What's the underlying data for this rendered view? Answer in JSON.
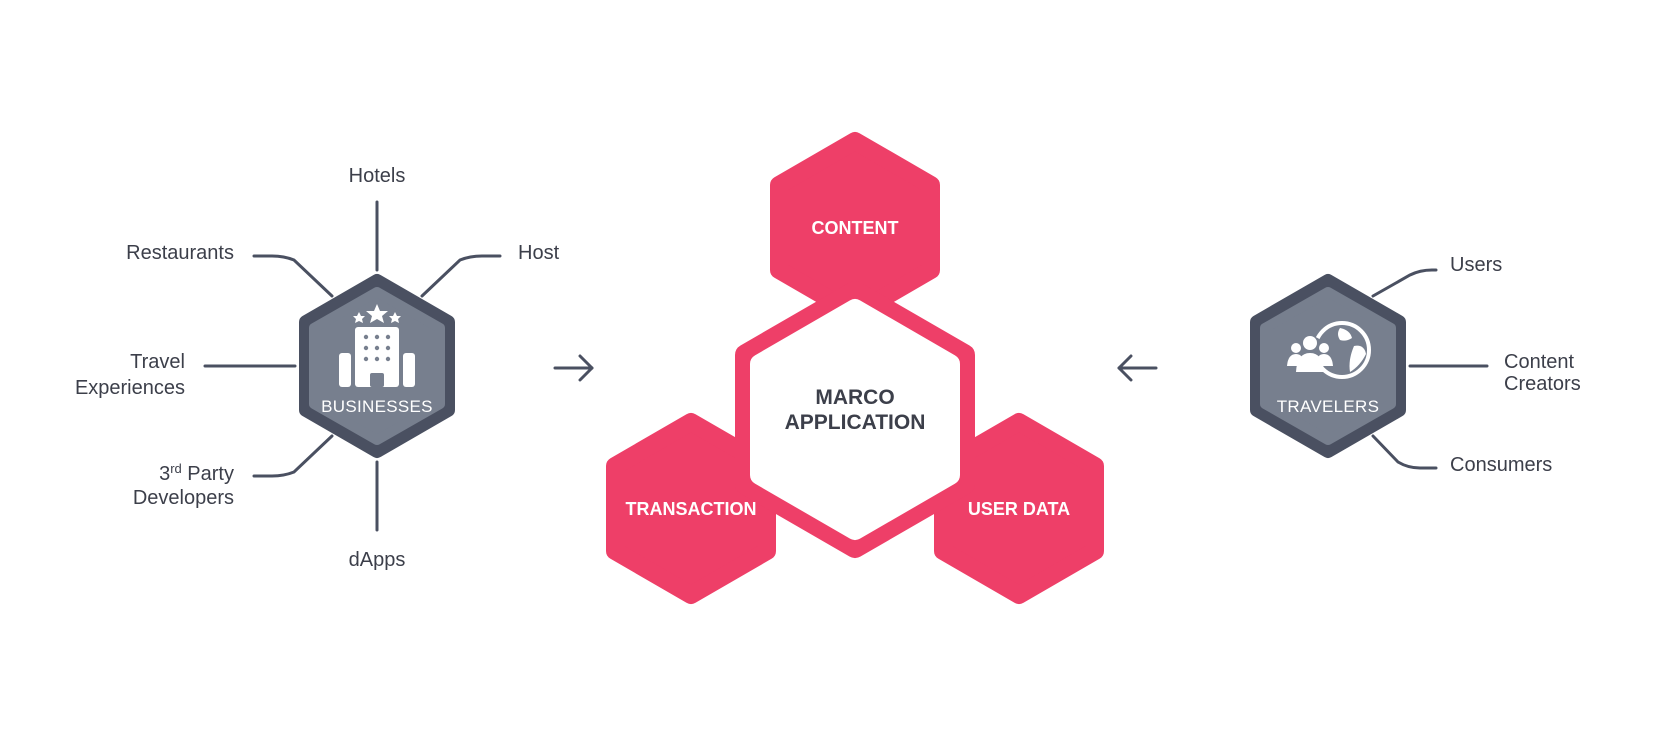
{
  "colors": {
    "accent": "#ee3f68",
    "hub_outer": "#4a5061",
    "hub_inner": "#777f8e",
    "line": "#4a5061",
    "text": "#3c3f4a"
  },
  "businesses": {
    "title": "BUSINESSES",
    "icon": "hotel-building-icon",
    "items": {
      "hotels": "Hotels",
      "host": "Host",
      "restaurants": "Restaurants",
      "travel_1": "Travel",
      "travel_2": "Experiences",
      "third_sup": "rd",
      "third_prefix": "3",
      "third_rest": " Party",
      "developers": "Developers",
      "dapps": "dApps"
    }
  },
  "marco": {
    "line1": "MARCO",
    "line2": "APPLICATION",
    "content": "CONTENT",
    "transaction": "TRANSACTION",
    "user_data": "USER DATA"
  },
  "travelers": {
    "title": "TRAVELERS",
    "icon": "travelers-globe-icon",
    "items": {
      "users": "Users",
      "creators_1": "Content",
      "creators_2": "Creators",
      "consumers": "Consumers"
    }
  }
}
